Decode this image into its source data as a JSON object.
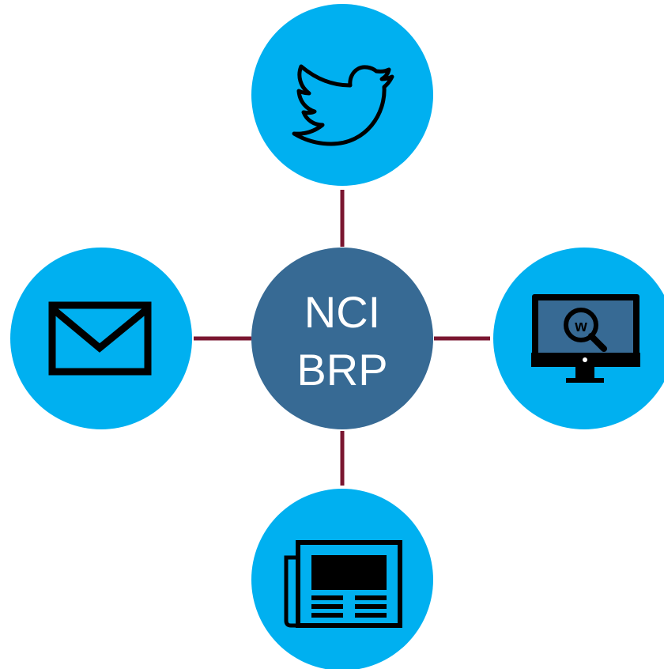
{
  "colors": {
    "background": "#ffffff",
    "satellite_fill": "#00b0f0",
    "hub_fill": "#376a94",
    "connector": "#7a1630",
    "icon_ink": "#000000",
    "label": "#ffffff"
  },
  "hub": {
    "line1": "NCI",
    "line2": "BRP"
  },
  "nodes": [
    {
      "name": "twitter",
      "icon": "twitter-bird-icon"
    },
    {
      "name": "email",
      "icon": "envelope-icon"
    },
    {
      "name": "website",
      "icon": "monitor-web-search-icon"
    },
    {
      "name": "newsletter",
      "icon": "newspaper-icon"
    }
  ]
}
